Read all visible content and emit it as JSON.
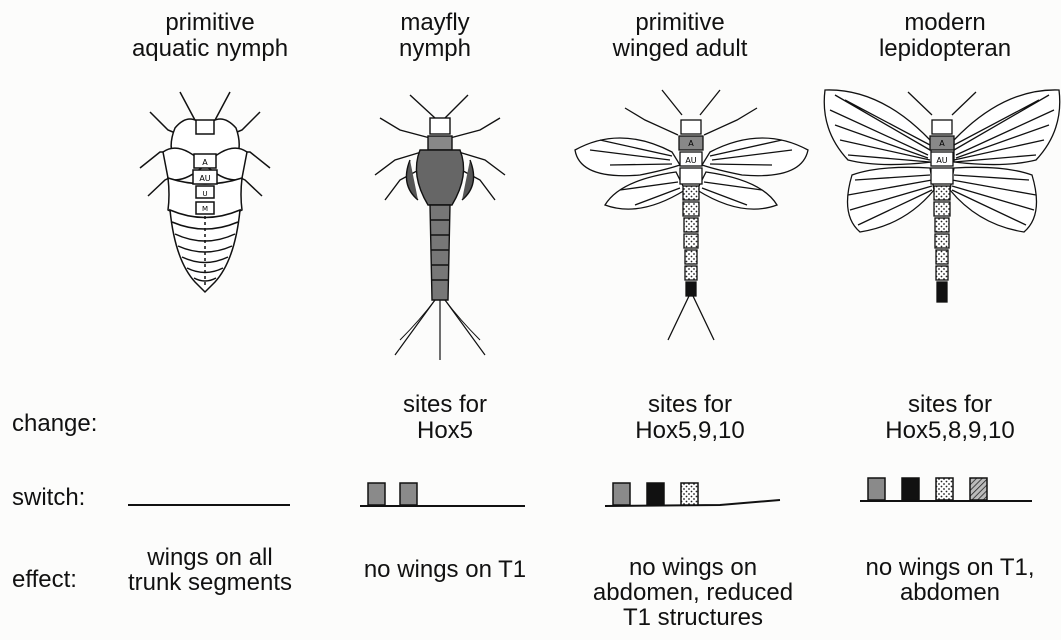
{
  "columns": [
    {
      "title_line1": "primitive",
      "title_line2": "aquatic nymph",
      "change_line1": "",
      "change_line2": "",
      "effect_line1": "wings on all",
      "effect_line2": "trunk segments",
      "effect_line3": "",
      "switch": []
    },
    {
      "title_line1": "mayfly",
      "title_line2": "nymph",
      "change_line1": "sites for",
      "change_line2": "Hox5",
      "effect_line1": "no wings on T1",
      "effect_line2": "",
      "effect_line3": "",
      "switch": [
        "gray",
        "gray"
      ]
    },
    {
      "title_line1": "primitive",
      "title_line2": "winged adult",
      "change_line1": "sites for",
      "change_line2": "Hox5,9,10",
      "effect_line1": "no wings on",
      "effect_line2": "abdomen, reduced",
      "effect_line3": "T1 structures",
      "switch": [
        "gray",
        "black",
        "dotted"
      ]
    },
    {
      "title_line1": "modern",
      "title_line2": "lepidopteran",
      "change_line1": "sites for",
      "change_line2": "Hox5,8,9,10",
      "effect_line1": "no wings on T1,",
      "effect_line2": "abdomen",
      "effect_line3": "",
      "switch": [
        "gray",
        "black",
        "dotted",
        "hatched"
      ]
    }
  ],
  "rows": {
    "change": "change:",
    "switch": "switch:",
    "effect": "effect:"
  },
  "segment_labels": {
    "a": "A",
    "au": "AU",
    "u": "U",
    "m": "M"
  },
  "colors": {
    "ink": "#111111",
    "gray": "#8a8a8a",
    "dark": "#3a3a3a",
    "paper": "#fcfcfb"
  }
}
